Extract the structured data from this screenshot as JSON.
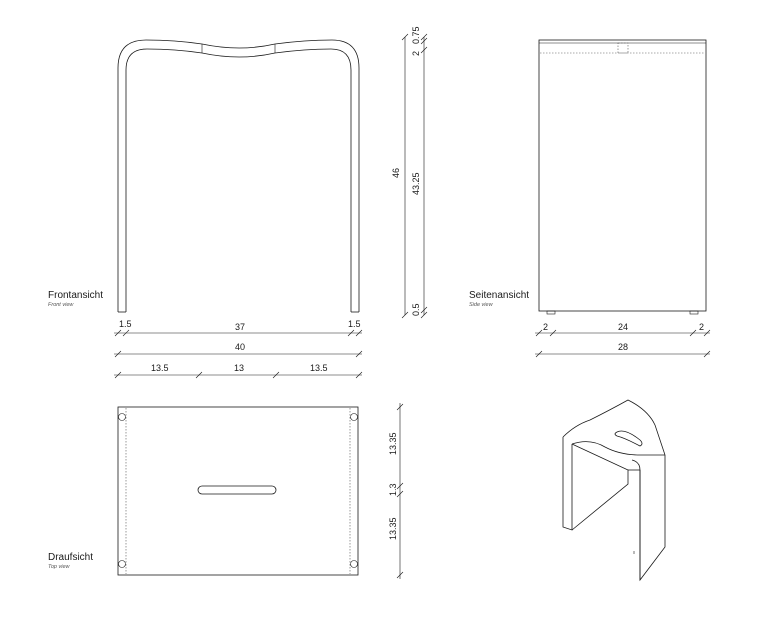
{
  "views": {
    "front": {
      "title": "Frontansicht",
      "subtitle": "Front view"
    },
    "side": {
      "title": "Seitenansicht",
      "subtitle": "Side view"
    },
    "top": {
      "title": "Draufsicht",
      "subtitle": "Top view"
    }
  },
  "front_dims": {
    "leg_left": "1.5",
    "inner": "37",
    "leg_right": "1.5",
    "overall": "40",
    "seg1": "13.5",
    "seg2": "13",
    "seg3": "13.5"
  },
  "height_dims": {
    "total": "46",
    "top_thickness": "0.75",
    "top_gap": "2",
    "body": "43.25",
    "foot": "0.5"
  },
  "side_dims": {
    "left": "2",
    "middle": "24",
    "right": "2",
    "overall": "28"
  },
  "top_dims": {
    "upper": "13.35",
    "slot": "1.3",
    "lower": "13.35"
  }
}
